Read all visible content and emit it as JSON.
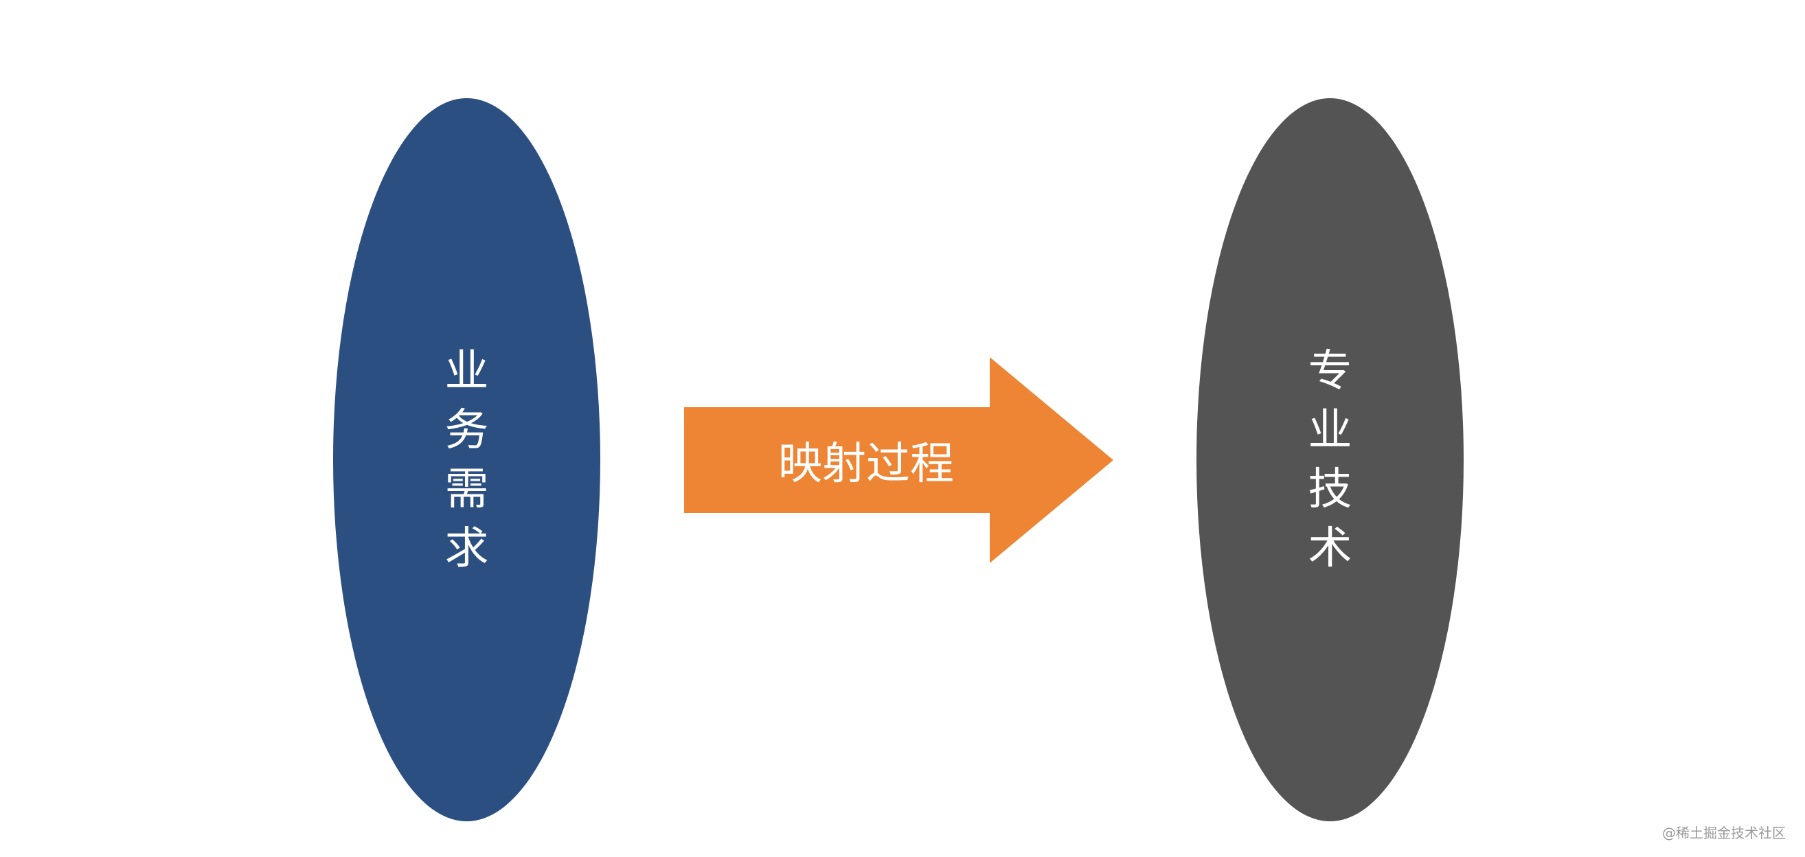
{
  "nodes": {
    "business": {
      "label": "业务需求",
      "color": "#2b4f81"
    },
    "tech": {
      "label": "专业技术",
      "color": "#545454"
    }
  },
  "arrow": {
    "label": "映射过程",
    "color": "#ed8535"
  },
  "watermark": "@稀土掘金技术社区"
}
